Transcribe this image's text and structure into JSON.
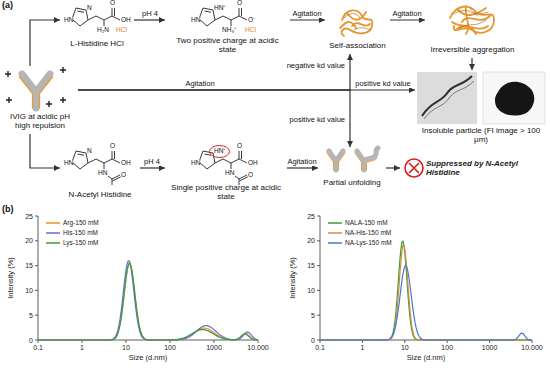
{
  "diagram": {
    "nodes": [
      {
        "text": [
          "L-Histidine HCl"
        ]
      },
      {
        "text": [
          "Two positive charge at acidic state"
        ]
      },
      {
        "text": [
          "Self-association"
        ]
      },
      {
        "text": [
          "Irreversible aggregation"
        ]
      },
      {
        "text": [
          "IVIG at acidic pH high repulsion"
        ]
      },
      {
        "text": [
          "Insoluble particle (FI image > 100 μm)"
        ]
      },
      {
        "text": [
          "N-Acetyl Histidine"
        ]
      },
      {
        "text": [
          "Single positive charge at acidic state"
        ]
      },
      {
        "text": [
          "Partial unfolding"
        ]
      },
      {
        "text": [
          "Suppressed by N-Acetyl Histidine"
        ]
      }
    ],
    "edges": [
      {
        "from": 4,
        "to": 0,
        "arrow": "to"
      },
      {
        "from": 4,
        "to": 6,
        "arrow": "to"
      },
      {
        "from": 0,
        "to": 1,
        "label": "pH 4",
        "arrow": "to"
      },
      {
        "from": 1,
        "to": 2,
        "label": "Agitation",
        "arrow": "to"
      },
      {
        "from": 2,
        "to": 3,
        "label": "Agitation",
        "arrow": "to"
      },
      {
        "from": 4,
        "to": 2,
        "label": "negative kd value",
        "arrow": "to"
      },
      {
        "from": 4,
        "to": 5,
        "label": "positive kd value",
        "arrow": "to"
      },
      {
        "from": 4,
        "to": 8,
        "label": "positive kd value",
        "arrow": "to"
      },
      {
        "from": 3,
        "to": 5,
        "arrow": "to"
      },
      {
        "from": 6,
        "to": 7,
        "label": "pH 4",
        "arrow": "to"
      },
      {
        "from": 7,
        "to": 8,
        "label": "Agitation",
        "arrow": "to"
      },
      {
        "from": 8,
        "to": 9,
        "arrow": "to"
      }
    ],
    "labels": [
      "(a)",
      "Agitation",
      "N",
      "HN",
      "O",
      "OH",
      "H₂N",
      "HCl",
      "HN⁺",
      "HN",
      "O",
      "O⁻",
      "NH₃⁺",
      "HCl",
      "N",
      "HN",
      "O",
      "OH",
      "HN",
      "O",
      "HN⁺",
      "HN",
      "O",
      "OH",
      "HN",
      "O",
      "(b)",
      "Intensity (%)",
      "Size (d.nm)",
      "0",
      "5",
      "10",
      "15",
      "20",
      "25",
      "0.1",
      "1",
      "10",
      "100",
      "1000",
      "10.000",
      "Intensity (%)",
      "Size (d.nm)",
      "0",
      "5",
      "10",
      "15",
      "20",
      "25",
      "0.1",
      "1",
      "10",
      "100",
      "1000",
      "10.000"
    ],
    "legend": [
      {
        "text": "Arg-150 mM"
      },
      {
        "text": "His-150 mM"
      },
      {
        "text": "Lys-150 mM"
      },
      {
        "text": "NALA-150 mM"
      },
      {
        "text": "NA-His-150 mM"
      },
      {
        "text": "NA-Lys-150 mM"
      }
    ]
  }
}
